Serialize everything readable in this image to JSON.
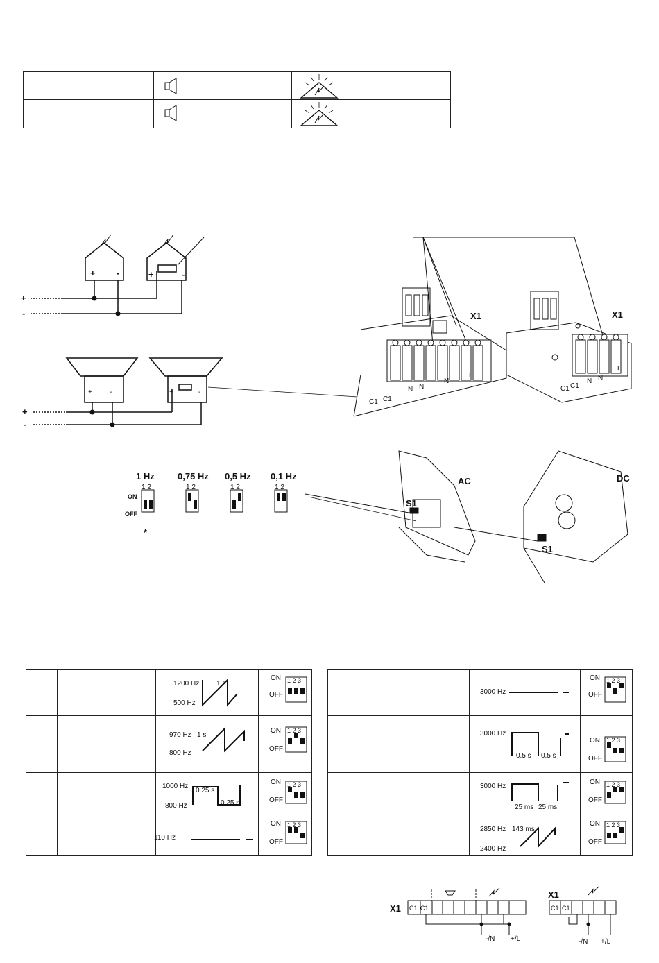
{
  "flash_freq": {
    "items": [
      {
        "label": "1 Hz",
        "default": "*"
      },
      {
        "label": "0,75 Hz"
      },
      {
        "label": "0,5 Hz"
      },
      {
        "label": "0,1 Hz"
      }
    ],
    "switch_numbers": "1 2",
    "on": "ON",
    "off": "OFF"
  },
  "wiring": {
    "plus": "+",
    "minus": "-"
  },
  "terminal_block": {
    "x1": "X1",
    "c1": "C1",
    "n": "N",
    "l": "L",
    "s1": "S1",
    "ac": "AC",
    "dc": "DC"
  },
  "tones_left": [
    {
      "f_top": "1200 Hz",
      "f_bottom": "500 Hz",
      "time1": "1 s",
      "time2": "",
      "switch": "1 2 3",
      "states": [
        "OFF",
        "OFF",
        "OFF"
      ]
    },
    {
      "f_top": "970 Hz",
      "f_bottom": "800 Hz",
      "time1": "1 s",
      "time2": "",
      "switch": "1 2 3",
      "states": [
        "OFF",
        "ON",
        "OFF"
      ]
    },
    {
      "f_top": "1000 Hz",
      "f_bottom": "800 Hz",
      "time1": "0.25 s",
      "time2": "0.25 s",
      "switch": "1 2 3",
      "states": [
        "ON",
        "OFF",
        "OFF"
      ]
    },
    {
      "f_top": "110 Hz",
      "f_bottom": "",
      "time1": "",
      "time2": "",
      "switch": "1 2 3",
      "states": [
        "ON",
        "ON",
        "OFF"
      ]
    }
  ],
  "tones_right": [
    {
      "f_top": "3000 Hz",
      "f_bottom": "",
      "time1": "",
      "time2": "",
      "switch": "1 2 3",
      "states": [
        "ON",
        "OFF",
        "ON"
      ]
    },
    {
      "f_top": "3000 Hz",
      "f_bottom": "",
      "time1": "0.5 s",
      "time2": "0.5 s",
      "switch": "1 2 3",
      "states": [
        "ON",
        "OFF",
        "OFF"
      ]
    },
    {
      "f_top": "3000 Hz",
      "f_bottom": "",
      "time1": "25 ms",
      "time2": "25 ms",
      "switch": "1 2 3",
      "states": [
        "OFF",
        "ON",
        "ON"
      ]
    },
    {
      "f_top": "2850 Hz",
      "f_bottom": "2400 Hz",
      "time1": "143 ms",
      "time2": "",
      "switch": "1 2 3",
      "states": [
        "OFF",
        "OFF",
        "ON"
      ]
    }
  ],
  "bottom_wiring": {
    "x1": "X1",
    "c1": "C1",
    "minus_n": "-/N",
    "plus_l": "+/L"
  }
}
